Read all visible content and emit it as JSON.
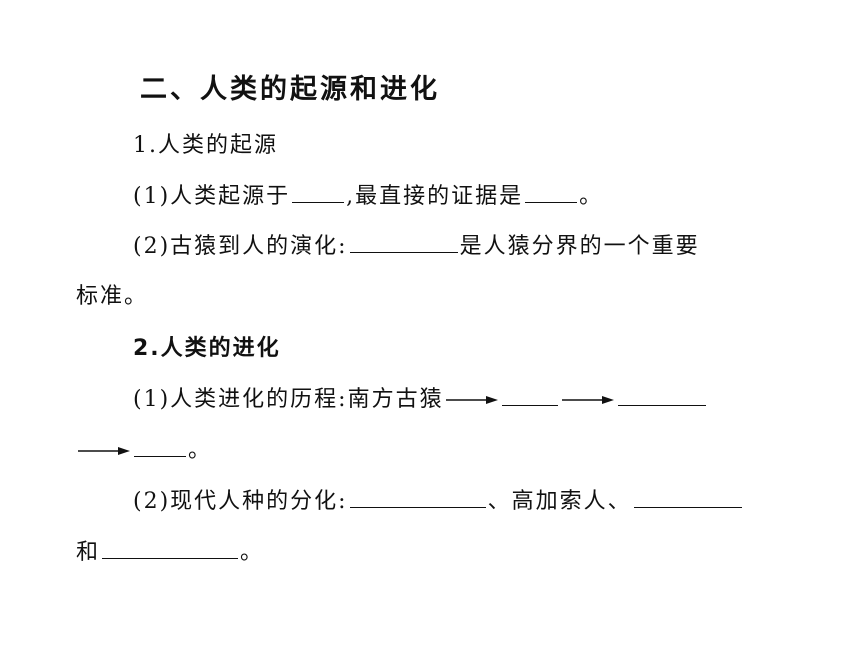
{
  "heading": "二、人类的起源和进化",
  "section1": {
    "title": "1.人类的起源",
    "q1_prefix": "(1)人类起源于",
    "q1_middle": ",最直接的证据是",
    "q1_end": "。",
    "q2_prefix": "(2)古猿到人的演化:",
    "q2_suffix": "是人猿分界的一个重要",
    "q2_continued": "标准。"
  },
  "section2": {
    "title": "2.人类的进化",
    "q1_prefix": "(1)人类进化的历程:南方古猿",
    "q1_end": "。",
    "q2_prefix": "(2)现代人种的分化:",
    "q2_sep1": "、高加索人、",
    "q2_continued": "和",
    "q2_end": "。"
  }
}
